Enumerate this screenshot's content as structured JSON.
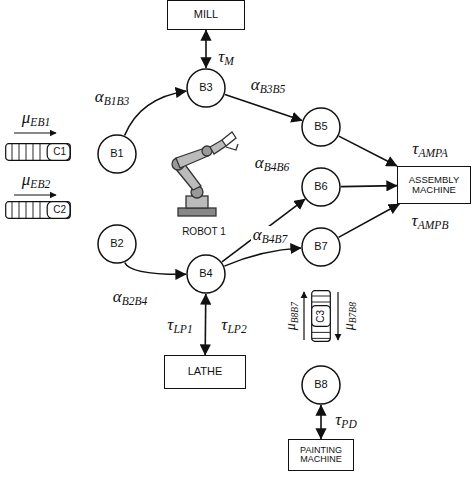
{
  "diagram": {
    "nodes": [
      {
        "text": [
          "MILL"
        ]
      },
      {
        "text": [
          "B3"
        ]
      },
      {
        "text": [
          "B1"
        ]
      },
      {
        "text": [
          "C1"
        ]
      },
      {
        "text": [
          "B5"
        ]
      },
      {
        "text": [
          "B6"
        ]
      },
      {
        "text": [
          "ASSEMBLY MACHINE"
        ]
      },
      {
        "text": [
          "B2"
        ]
      },
      {
        "text": [
          "C2"
        ]
      },
      {
        "text": [
          "B4"
        ]
      },
      {
        "text": [
          "B7"
        ]
      },
      {
        "text": [
          "C3"
        ]
      },
      {
        "text": [
          "LATHE"
        ]
      },
      {
        "text": [
          "B8"
        ]
      },
      {
        "text": [
          "PAINTING MACHINE"
        ]
      }
    ],
    "edges": [
      {
        "from": 2,
        "to": 1,
        "label": "αB1B3",
        "arrow": "to"
      },
      {
        "from": 0,
        "to": 1,
        "label": "τM",
        "arrow": "both"
      },
      {
        "from": 1,
        "to": 4,
        "label": "αB3B5",
        "arrow": "to"
      },
      {
        "from": 7,
        "to": 9,
        "label": "αB2B4",
        "arrow": "to"
      },
      {
        "from": 9,
        "to": 5,
        "label": "αB4B6",
        "arrow": "to"
      },
      {
        "from": 9,
        "to": 10,
        "label": "αB4B7",
        "arrow": "to"
      },
      {
        "from": 4,
        "to": 6,
        "arrow": "to"
      },
      {
        "from": 5,
        "to": 6,
        "arrow": "to"
      },
      {
        "from": 10,
        "to": 6,
        "arrow": "to"
      },
      {
        "from": 9,
        "to": 12,
        "label": "τLP1",
        "arrow": "both"
      },
      {
        "from": 13,
        "to": 14,
        "label": "τPD",
        "arrow": "both"
      }
    ],
    "labels": [
      "μEB1",
      "μEB2",
      "ROBOT 1",
      "τLP2",
      "τAMPA",
      "τAMPB",
      "μB8B7",
      "μB7B8"
    ]
  }
}
